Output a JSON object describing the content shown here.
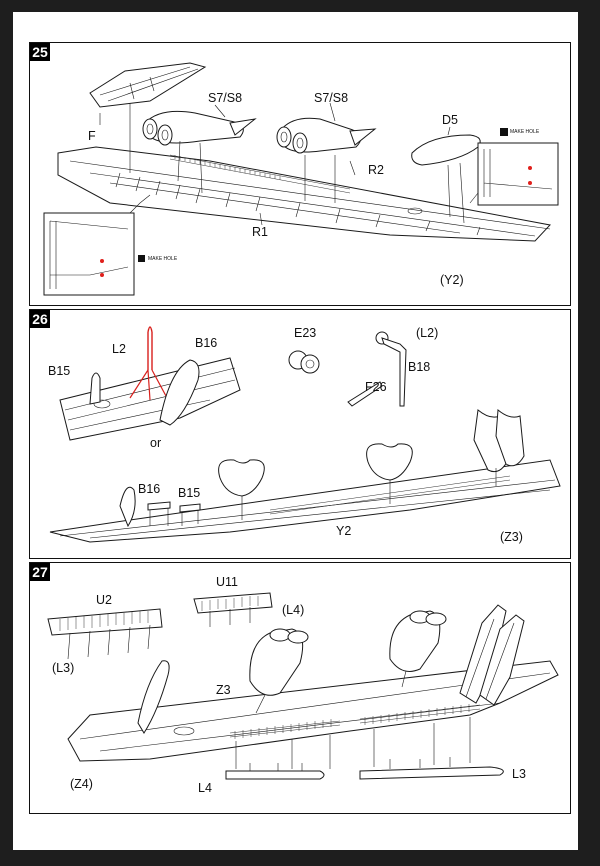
{
  "step25": {
    "number": "25",
    "labels": {
      "F": "F",
      "S7S8_a": "S7/S8",
      "S7S8_b": "S7/S8",
      "R2": "R2",
      "R1": "R1",
      "D5": "D5",
      "variant": "(Y2)"
    },
    "hole_label": "MAKE HOLE",
    "hole_color": "#e0201c"
  },
  "step26": {
    "number": "26",
    "labels": {
      "L2": "L2",
      "B16": "B16",
      "B15": "B15",
      "or": "or",
      "E23": "E23",
      "L2v": "(L2)",
      "B18": "B18",
      "F26": "F26",
      "B16b": "B16",
      "B15b": "B15",
      "Y2": "Y2",
      "variant": "(Z3)"
    },
    "highlight_color": "#d8201c"
  },
  "step27": {
    "number": "27",
    "labels": {
      "U2": "U2",
      "U11": "U11",
      "L4v": "(L4)",
      "L3v": "(L3)",
      "Z3": "Z3",
      "Z4v": "(Z4)",
      "L4": "L4",
      "L3": "L3"
    }
  }
}
